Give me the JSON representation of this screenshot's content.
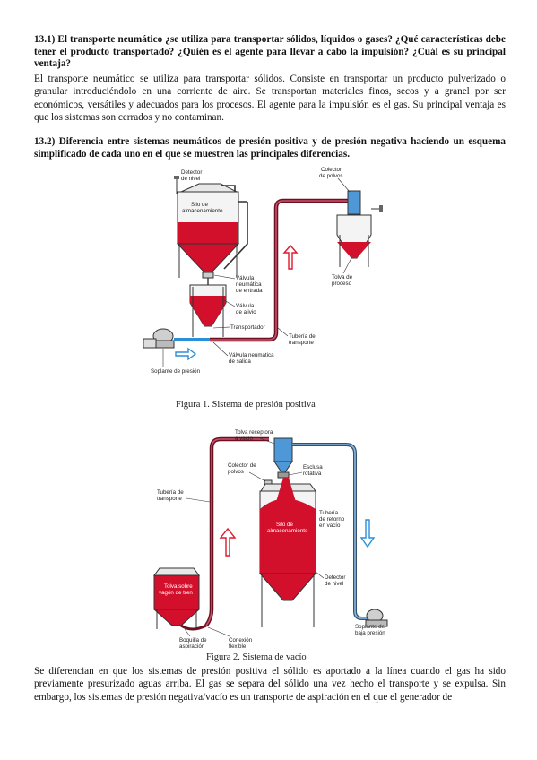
{
  "q1": {
    "question": "13.1) El transporte neumático ¿se utiliza para transportar sólidos, líquidos o gases? ¿Qué características debe tener el producto transportado? ¿Quién es el agente para llevar a cabo la impulsión? ¿Cuál es su principal ventaja?",
    "answer": "El transporte neumático se utiliza para transportar sólidos. Consiste en transportar un producto pulverizado o granular introduciéndolo en una corriente de aire. Se transportan materiales finos, secos y a granel por ser económicos, versátiles y adecuados para los procesos. El agente para la impulsión es el gas. Su principal ventaja es que los sistemas son cerrados y no contaminan."
  },
  "q2": {
    "question": "13.2) Diferencia entre sistemas neumáticos de presión positiva y de presión negativa haciendo un esquema simplificado de cada uno en el que se muestren las principales diferencias."
  },
  "figure1": {
    "caption": "Figura 1. Sistema de presión positiva",
    "labels": {
      "detector_l1": "Detector",
      "detector_l2": "de nivel",
      "silo_l1": "Silo de",
      "silo_l2": "almacenamiento",
      "colector_l1": "Colector",
      "colector_l2": "de polvos",
      "valv_entrada_l1": "Válvula",
      "valv_entrada_l2": "neumática",
      "valv_entrada_l3": "de entrada",
      "valv_alivio_l1": "Válvula",
      "valv_alivio_l2": "de alivio",
      "transportador": "Transportador",
      "tolva_l1": "Tolva de",
      "tolva_l2": "proceso",
      "tuberia_l1": "Tubería de",
      "tuberia_l2": "transporte",
      "valv_salida_l1": "Válvula neumática",
      "valv_salida_l2": "de salida",
      "soplante": "Soplante de presión"
    }
  },
  "figure2": {
    "caption": "Figura 2. Sistema de vacío",
    "labels": {
      "tolva_rec_l1": "Tolva receptora",
      "tolva_rec_l2": "a vacío",
      "colector_l1": "Colector de",
      "colector_l2": "polvos",
      "esclusa_l1": "Esclusa",
      "esclusa_l2": "rotativa",
      "tuberia_l1": "Tubería de",
      "tuberia_l2": "transporte",
      "silo_l1": "Silo de",
      "silo_l2": "almacenamiento",
      "retorno_l1": "Tubería",
      "retorno_l2": "de retorno",
      "retorno_l3": "en vacío",
      "detector_l1": "Detector",
      "detector_l2": "de nivel",
      "tolva_vagon_l1": "Tolva sobre",
      "tolva_vagon_l2": "vagón de tren",
      "soplante_l1": "Soplante de",
      "soplante_l2": "baja presión",
      "boquilla_l1": "Boquilla de",
      "boquilla_l2": "aspiración",
      "conexion_l1": "Conexión",
      "conexion_l2": "flexible"
    }
  },
  "closing": {
    "text": "Se diferencian en que los sistemas de presión positiva el sólido es aportado a la línea cuando el gas ha sido previamente presurizado aguas arriba. El gas se separa del sólido una vez hecho el transporte y se expulsa. Sin embargo, los sistemas de presión negativa/vacío es un transporte de aspiración en el que el generador de"
  },
  "colors": {
    "product": "#d2102c",
    "pipe": "#6b1020",
    "vacuum_pipe": "#5b8fc4",
    "air_blue": "#2a8fd8",
    "arrow_red": "#e0182c",
    "receiver_blue": "#4f98d8"
  }
}
